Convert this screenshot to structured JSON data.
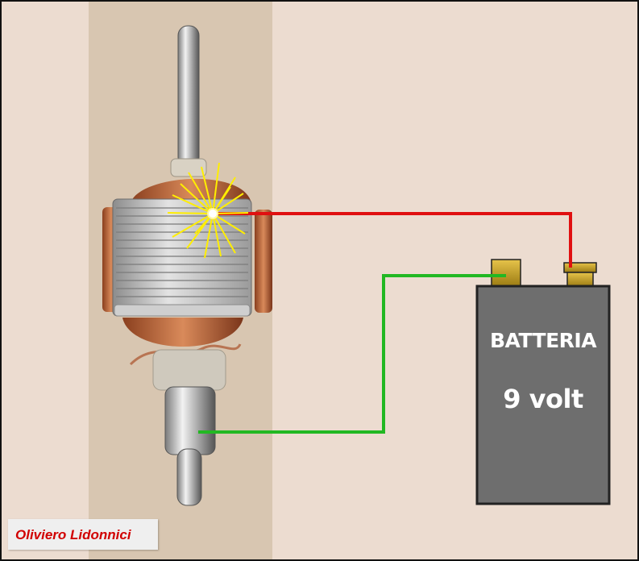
{
  "battery": {
    "title": "BATTERIA",
    "voltage": "9 volt"
  },
  "credit": {
    "author": "Oliviero Lidonnici"
  },
  "colors": {
    "positive_wire": "#e01010",
    "negative_wire": "#22b822",
    "battery_body": "#6e6e6e",
    "terminal": "#c9a227",
    "spark": "#ffee00",
    "author_text": "#d10000"
  },
  "icons": [
    "motor-armature-icon",
    "spark-icon",
    "battery-icon"
  ]
}
